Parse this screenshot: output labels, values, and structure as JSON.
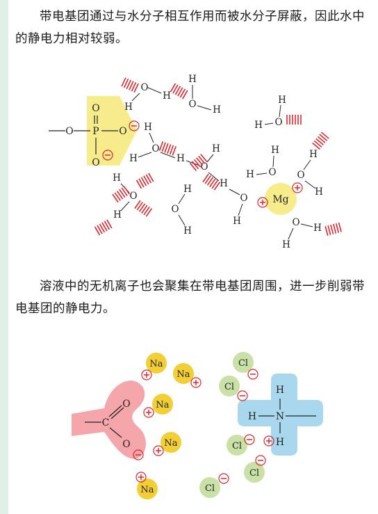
{
  "paragraphs": {
    "p1": "带电基团通过与水分子相互作用而被水分子屏蔽，因此水中的静电力相对较弱。",
    "p2": "溶液中的无机离子也会聚集在带电基团周围，进一步削弱带电基团的静电力。"
  },
  "colors": {
    "phosphate_fill": "#f7ec8c",
    "mg_fill": "#f7ec8c",
    "carboxyl_fill": "#f4a6ab",
    "ammonium_fill": "#a9d8ee",
    "na_fill": "#f3cf36",
    "cl_fill": "#c9e0a7",
    "charge_red": "#d9262c",
    "dipole_red": "#d9262c"
  },
  "figure1": {
    "atoms": {
      "O": "O",
      "H": "H",
      "P": "P",
      "Mg": "Mg",
      "dash": "—"
    }
  },
  "figure2": {
    "ions": {
      "na": "Na",
      "cl": "Cl",
      "plus": "+",
      "minus": "−"
    },
    "atoms": {
      "C": "C",
      "O": "O",
      "N": "N",
      "H": "H",
      "dash": "—"
    }
  }
}
